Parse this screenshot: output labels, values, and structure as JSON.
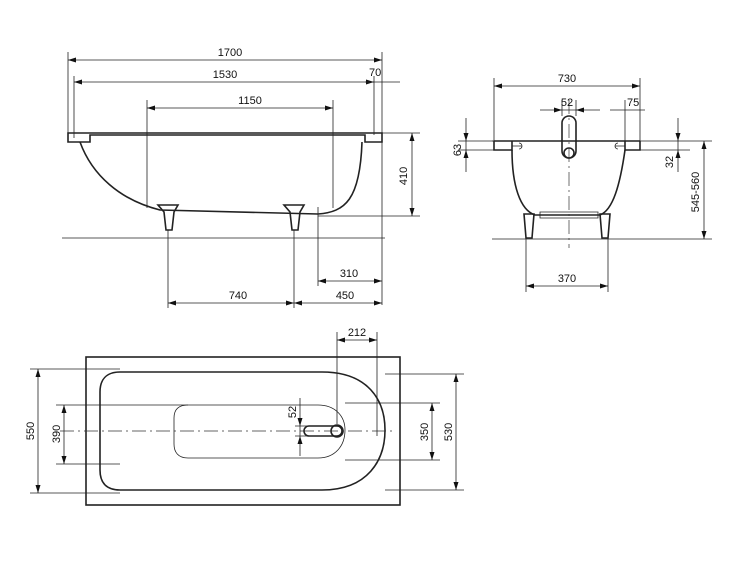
{
  "side_view": {
    "overall_length": "1700",
    "inner_length": "1530",
    "rim_end": "70",
    "feet_span_top": "1150",
    "height": "410",
    "drain_offset": "310",
    "feet_spacing": "740",
    "foot_to_end": "450"
  },
  "end_view": {
    "width": "730",
    "overflow_diameter": "52",
    "overflow_offset": "75",
    "rim_height": "63",
    "rim_lip": "32",
    "total_height": "545-560",
    "feet_spacing": "370"
  },
  "top_view": {
    "drain_offset": "212",
    "drain_diameter": "52",
    "outer_width": "550",
    "inner_width_left": "390",
    "inner_width_right": "350",
    "bottom_width": "530"
  }
}
